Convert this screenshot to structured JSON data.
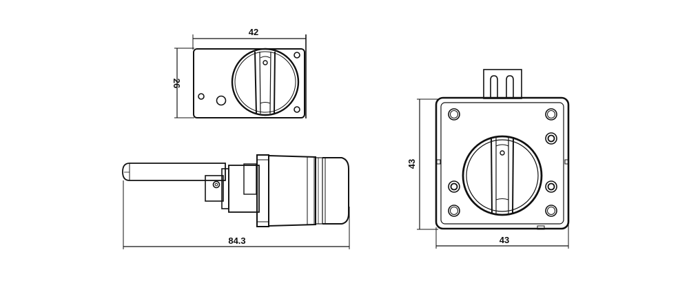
{
  "diagram": {
    "type": "technical-drawing",
    "subject": "rotary switch / isolator",
    "line_color": "#111111",
    "background": "#ffffff",
    "views": [
      {
        "name": "top-view",
        "dimensions": {
          "width": "42",
          "height": "26"
        }
      },
      {
        "name": "side-view",
        "dimensions": {
          "length": "84.3"
        }
      },
      {
        "name": "front-view",
        "dimensions": {
          "width": "43",
          "height": "43"
        }
      }
    ]
  }
}
